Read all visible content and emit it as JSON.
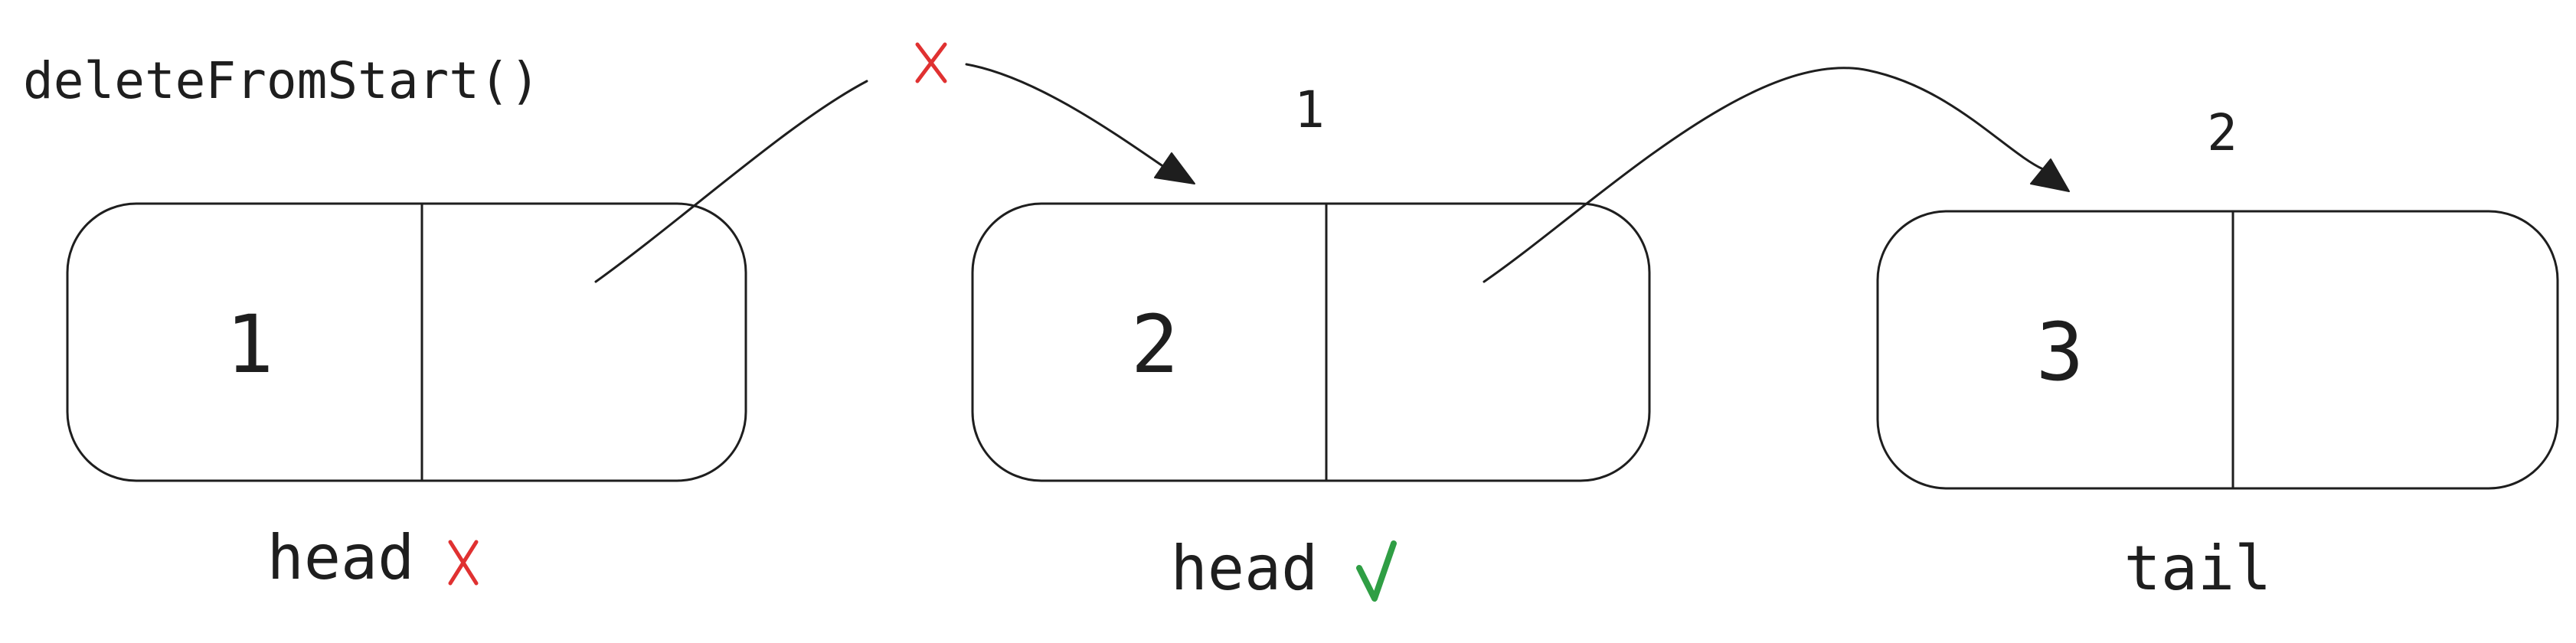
{
  "title": "deleteFromStart()",
  "colors": {
    "stroke": "#1e1e1e",
    "cross": "#e03131",
    "check": "#2f9e44"
  },
  "nodes": [
    {
      "value": "1",
      "label": "head",
      "mark": "cross",
      "mark_icon": "cross-icon"
    },
    {
      "value": "2",
      "index": "1",
      "label": "head",
      "mark": "check",
      "mark_icon": "check-icon"
    },
    {
      "value": "3",
      "index": "2",
      "label": "tail"
    }
  ],
  "removed_link_mark": "cross",
  "removed_link_icon": "cross-icon"
}
